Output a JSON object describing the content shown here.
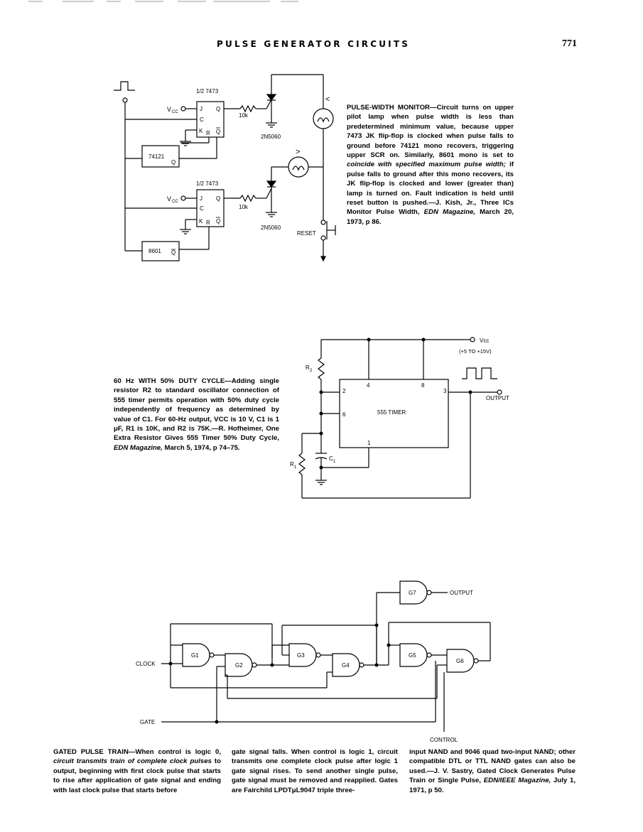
{
  "page": {
    "title": "PULSE GENERATOR CIRCUITS",
    "number": "771"
  },
  "circuit1": {
    "labels": {
      "half7473_a": "1/2 7473",
      "half7473_b": "1/2 7473",
      "vcc_a": "V",
      "vcc_b": "V",
      "vcc_sub": "CC",
      "j": "J",
      "c": "C",
      "k": "K",
      "r": "R",
      "q": "Q",
      "qbar": "Q",
      "r10k_a": "10k",
      "r10k_b": "10k",
      "scr_a": "2N5060",
      "scr_b": "2N5060",
      "mono_a": "74121",
      "mono_a_q": "Q",
      "mono_b": "8601",
      "mono_b_q": "Q",
      "lt": "<",
      "gt": ">",
      "reset": "RESET"
    },
    "caption": {
      "title": "PULSE-WIDTH MONITOR",
      "body": "—Circuit turns on upper pilot lamp when pulse width is less than predetermined minimum value, because upper 7473 JK flip-flop is clocked when pulse falls to ground before 74121 mono recovers, triggering upper SCR on. Similarly, 8601 mono is set to ",
      "italic": "coincide with specified maximum pulse width;",
      "body2": " if pulse falls to ground after this mono recovers, its JK flip-flop is clocked and lower (greater than) lamp is turned on. Fault indication is held until reset button is pushed.—J. Kish, Jr., Three ICs Monitor Pulse Width, ",
      "journal": "EDN Magazine,",
      "date": " March 20, 1973, p 86."
    }
  },
  "circuit2": {
    "labels": {
      "vcc": "Vcc",
      "range": "(+5 TO +15V)",
      "r2": "R",
      "r2_sub": "2",
      "r1": "R",
      "r1_sub": "1",
      "c1": "C",
      "c1_sub": "1",
      "timer": "555 TIMER",
      "pin2": "2",
      "pin4": "4",
      "pin8": "8",
      "pin3": "3",
      "pin6": "6",
      "pin1": "1",
      "output": "OUTPUT"
    },
    "caption": {
      "title": "60 Hz WITH 50% DUTY CYCLE",
      "body": "—Adding single resistor R2 to standard oscillator connection of 555 timer permits operation with 50% duty cycle independently of frequency as determined by value of C1. For 60-Hz output, VCC is 10 V, C1 is 1 μF, R1 is 10K, and R2 is 75K.—R. Hofheimer, One Extra Resistor Gives 555 Timer 50% Duty Cycle, ",
      "journal": "EDN Magazine,",
      "date": " March 5, 1974, p 74–75."
    }
  },
  "circuit3": {
    "labels": {
      "g1": "G1",
      "g2": "G2",
      "g3": "G3",
      "g4": "G4",
      "g5": "G5",
      "g6": "G6",
      "g7": "G7",
      "output": "OUTPUT",
      "clock": "CLOCK",
      "gate": "GATE",
      "control": "CONTROL"
    },
    "caption": {
      "col1_title": "GATED PULSE TRAIN",
      "col1_body": "—When control is logic 0, ",
      "col1_italic": "circuit transmits train of complete clock pulses",
      "col1_body2": " to output, beginning with first clock pulse that starts to rise after application of gate signal and ending with last clock pulse that starts before",
      "col2": "gate signal falls. When control is logic 1, circuit transmits one complete clock pulse after logic 1 gate signal rises. To send another single pulse, gate signal must be removed and reapplied. Gates are Fairchild LPDTμL9047 triple three-",
      "col3": "input NAND and 9046 quad two-input NAND; other compatible DTL or TTL NAND gates can also be used.—J. V. Sastry, Gated Clock Generates Pulse Train or Single Pulse, ",
      "col3_journal": "EDN/IEEE Magazine,",
      "col3_date": " July 1, 1971, p 50."
    }
  }
}
